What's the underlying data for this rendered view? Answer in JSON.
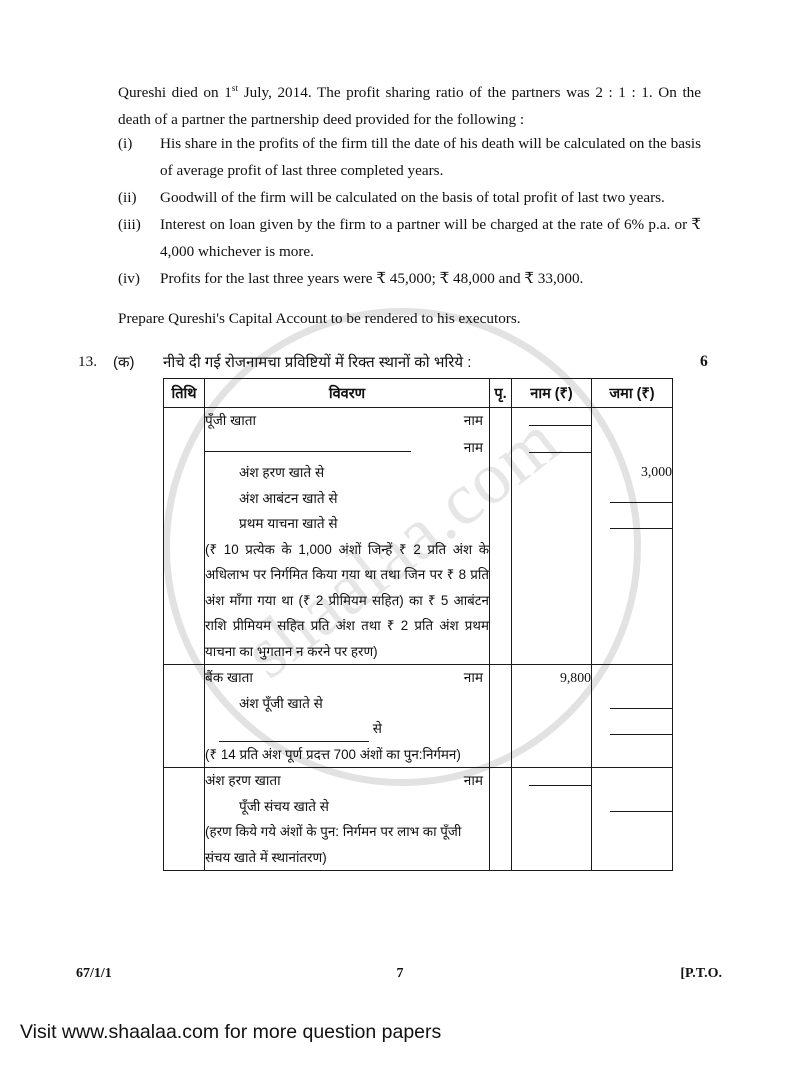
{
  "document": {
    "intro_paragraph": "Qureshi died on 1 July, 2014. The profit sharing ratio of the partners was 2 : 1 : 1. On the death of a partner the partnership deed provided for the following :",
    "intro_before_sup": "Qureshi died on 1",
    "intro_sup": "st",
    "intro_after_sup": " July, 2014. The profit sharing ratio of the partners was 2 : 1 : 1. On the death of a partner the partnership deed provided for the following :",
    "conditions": [
      {
        "marker": "(i)",
        "text": "His share in the profits of the firm till the date of his death will be calculated on the basis of average profit of last three completed years."
      },
      {
        "marker": "(ii)",
        "text": "Goodwill of the firm will be calculated on the basis of total profit of last two years."
      },
      {
        "marker": "(iii)",
        "text": "Interest on loan given by the firm to a partner will be charged at the rate of 6% p.a. or ₹ 4,000 whichever is more."
      },
      {
        "marker": "(iv)",
        "text": "Profits for the last three years were ₹ 45,000; ₹ 48,000 and ₹ 33,000."
      }
    ],
    "prepare_line": "Prepare Qureshi's Capital Account to be rendered to his executors."
  },
  "question": {
    "number": "13.",
    "part": "(क)",
    "text": "नीचे दी गई रोजनामचा प्रविष्टियों में रिक्त स्थानों को भरिये :",
    "marks": "6"
  },
  "table": {
    "headers": {
      "date": "तिथि",
      "particulars": "विवरण",
      "lf": "पृ.",
      "debit": "नाम (₹)",
      "credit": "जमा (₹)"
    },
    "rows": [
      {
        "date": "",
        "lines": [
          {
            "type": "ledger",
            "account": "पूँजी खाता",
            "dr": "नाम",
            "indent": 0
          },
          {
            "type": "ledger-blank",
            "account": "",
            "dr": "नाम",
            "indent": 0
          },
          {
            "type": "plain",
            "account": "अंश हरण खाते से",
            "indent": 1
          },
          {
            "type": "plain",
            "account": "अंश आबंटन खाते से",
            "indent": 1
          },
          {
            "type": "plain",
            "account": "प्रथम याचना खाते से",
            "indent": 1
          }
        ],
        "narration": "(₹ 10 प्रत्येक के 1,000 अंशों जिन्हें ₹ 2 प्रति अंश के अधिलाभ पर निर्गमित किया गया था तथा जिन पर ₹ 8 प्रति अंश माँगा गया था (₹ 2 प्रीमियम सहित) का ₹ 5 आबंटन राशि  प्रीमियम सहित प्रति अंश तथा ₹ 2 प्रति अंश प्रथम याचना का भुगतान न करने पर हरण)",
        "lf": "",
        "debit_cells": [
          "blank",
          "blank"
        ],
        "credit_cells": [
          "",
          "",
          "3,000",
          "blank",
          "blank"
        ]
      },
      {
        "date": "",
        "lines": [
          {
            "type": "ledger",
            "account": "बैंक खाता",
            "dr": "नाम",
            "indent": 0
          },
          {
            "type": "plain",
            "account": "अंश पूँजी खाते से",
            "indent": 1
          },
          {
            "type": "blank-se",
            "account": "",
            "suffix": "से",
            "indent": 1
          }
        ],
        "narration": "(₹ 14 प्रति अंश पूर्ण प्रदत्त 700 अंशों का पुन:निर्गमन)",
        "lf": "",
        "debit_cells": [
          "9,800"
        ],
        "credit_cells": [
          "",
          "blank",
          "blank"
        ]
      },
      {
        "date": "",
        "lines": [
          {
            "type": "ledger",
            "account": "अंश हरण खाता",
            "dr": "नाम",
            "indent": 0
          },
          {
            "type": "plain",
            "account": "पूँजी संचय खाते से",
            "indent": 1
          }
        ],
        "narration": "(हरण किये गये अंशों के पुन: निर्गमन पर लाभ का पूँजी संचय खाते में स्थानांतरण)",
        "lf": "",
        "debit_cells": [
          "blank"
        ],
        "credit_cells": [
          "",
          "blank"
        ]
      }
    ]
  },
  "footer": {
    "paper_code": "67/1/1",
    "page_number": "7",
    "pto": "[P.T.O."
  },
  "banner": {
    "text": "Visit www.shaalaa.com for more question papers"
  },
  "watermark": {
    "text": "shaalaa.com"
  }
}
